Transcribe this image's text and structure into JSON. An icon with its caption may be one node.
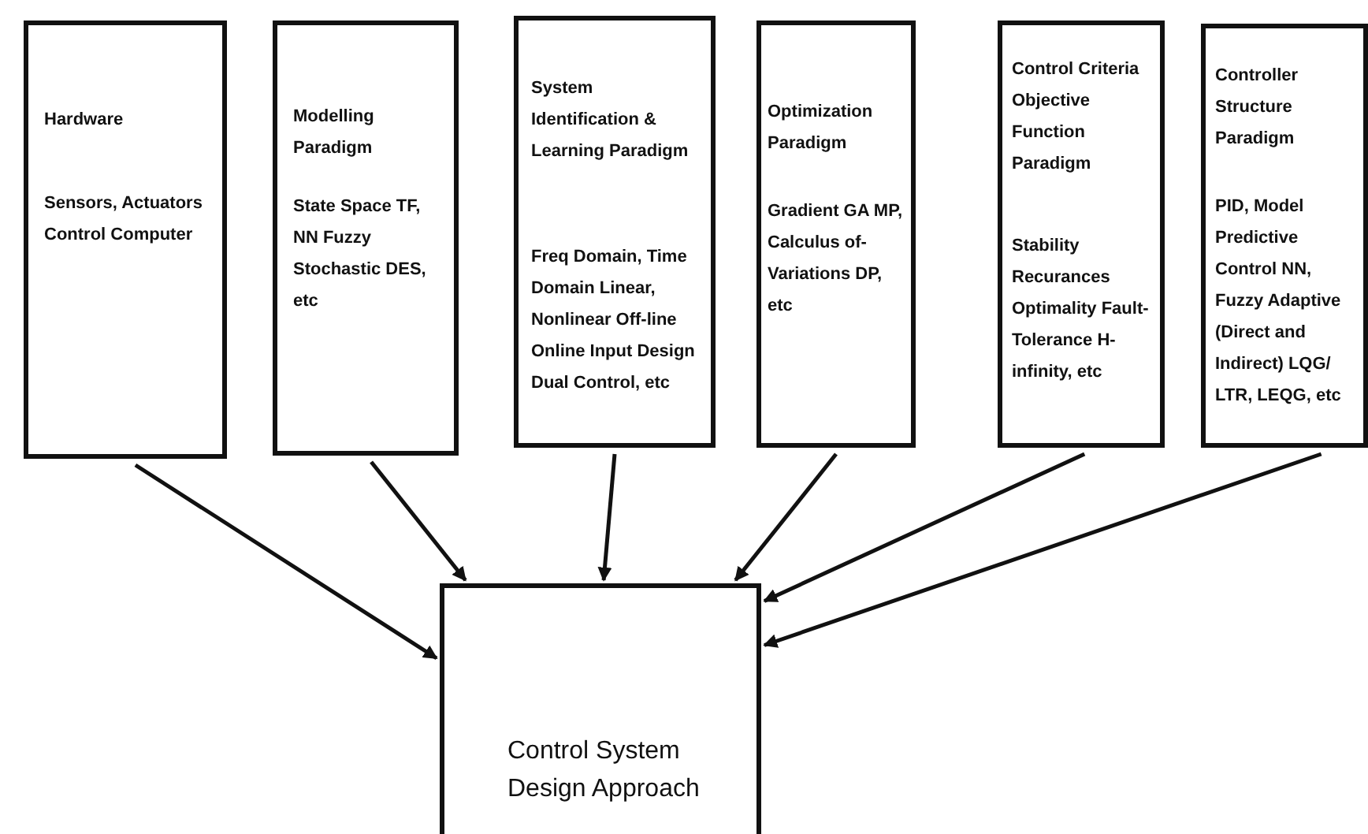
{
  "diagram": {
    "nodes": [
      {
        "text": [
          "Hardware",
          "Sensors, Actuators Control Computer"
        ]
      },
      {
        "text": [
          "Modelling Paradigm",
          "State Space TF, NN Fuzzy Stochastic DES, etc"
        ]
      },
      {
        "text": [
          "System Identification & Learning Paradigm",
          "Freq Domain, Time Domain Linear, Nonlinear Off-line Online Input Design Dual Control, etc"
        ]
      },
      {
        "text": [
          "Optimization Paradigm",
          "Gradient GA MP, Calculus of-Variations DP, etc"
        ]
      },
      {
        "text": [
          "Control Criteria Objective Function Paradigm",
          "Stability Recurances Optimality Fault-Tolerance H-infinity, etc"
        ]
      },
      {
        "text": [
          "Controller Structure Paradigm",
          "PID, Model Predictive Control NN, Fuzzy Adaptive (Direct and Indirect) LQG/ LTR, LEQG, etc"
        ]
      },
      {
        "text": [
          "Control System Design Approach"
        ]
      }
    ],
    "edges": [
      {
        "from": 0,
        "to": 6,
        "arrow": "to"
      },
      {
        "from": 1,
        "to": 6,
        "arrow": "to"
      },
      {
        "from": 2,
        "to": 6,
        "arrow": "to"
      },
      {
        "from": 3,
        "to": 6,
        "arrow": "to"
      },
      {
        "from": 4,
        "to": 6,
        "arrow": "to"
      },
      {
        "from": 5,
        "to": 6,
        "arrow": "to"
      }
    ]
  }
}
